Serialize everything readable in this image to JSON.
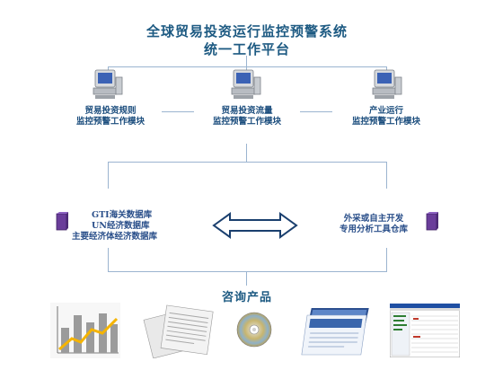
{
  "title": {
    "line1": "全球贸易投资运行监控预警系统",
    "line2": "统一工作平台"
  },
  "modules": [
    {
      "line1": "贸易投资规则",
      "line2": "监控预警工作模块"
    },
    {
      "line1": "贸易投资流量",
      "line2": "监控预警工作模块"
    },
    {
      "line1": "产业运行",
      "line2": "监控预警工作模块"
    }
  ],
  "left_db": {
    "line1": "GTI海关数据库",
    "line2": "UN经济数据库",
    "line3": "主要经济体经济数据库"
  },
  "right_db": {
    "line1": "外采或自主开发",
    "line2": "专用分析工具仓库"
  },
  "products_title": "咨询产品",
  "colors": {
    "title": "#1d5a82",
    "connector": "#9bb4d0",
    "database": "#6a3d9a",
    "arrow": "#1a3f6e"
  }
}
